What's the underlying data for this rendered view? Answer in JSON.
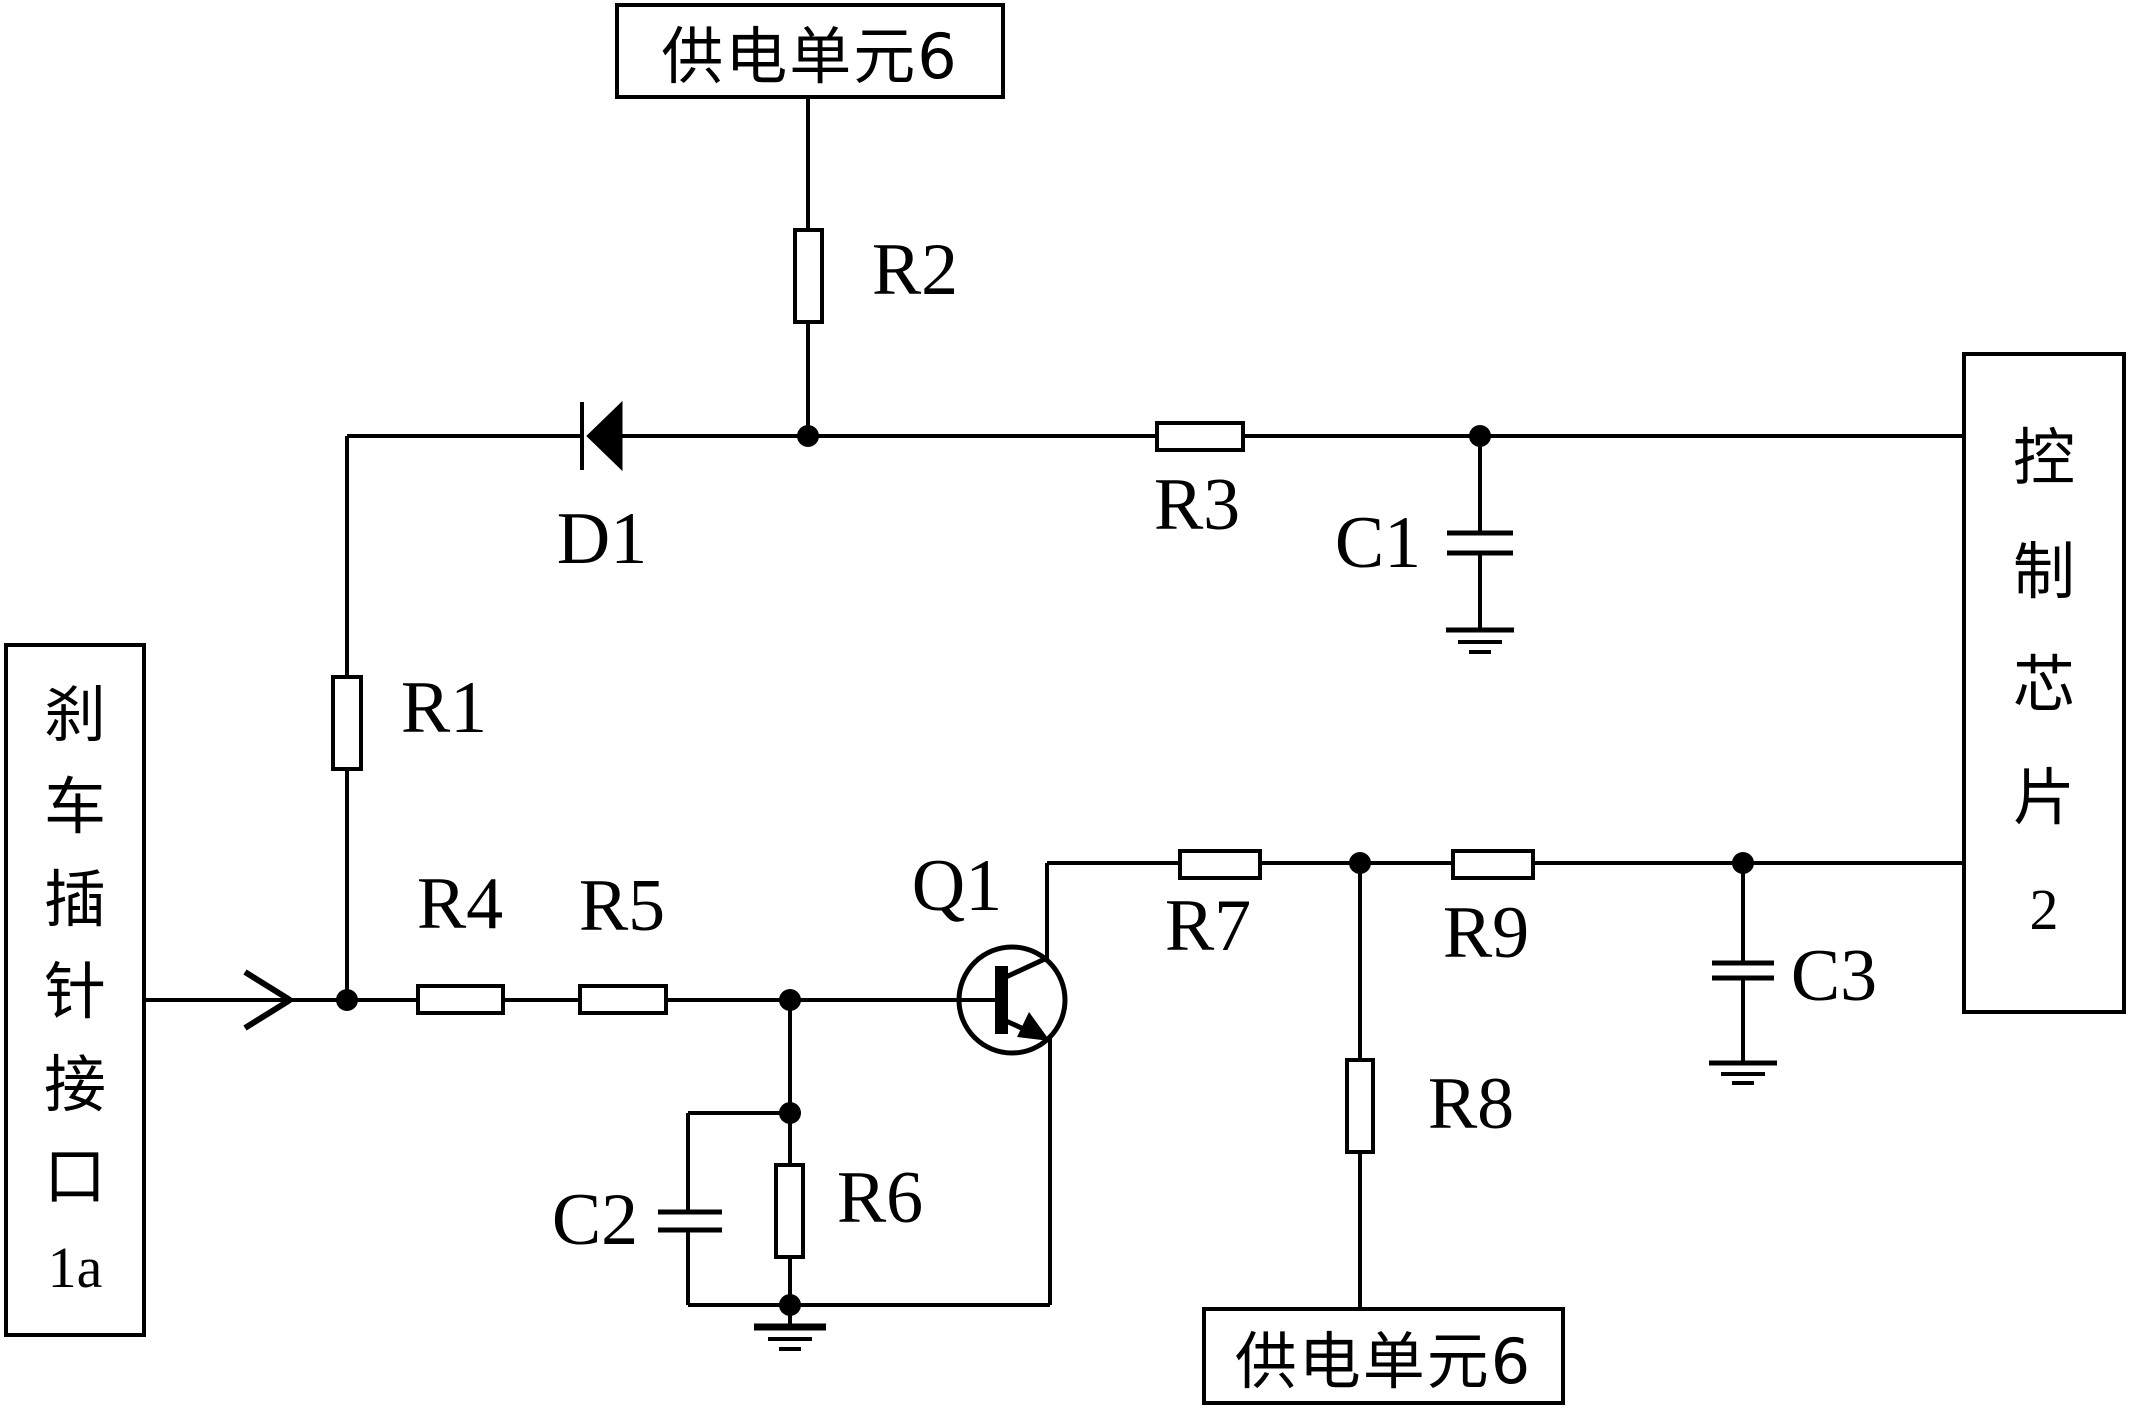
{
  "diagram": {
    "type": "circuit-schematic",
    "colors": {
      "line": "#000000",
      "background": "#ffffff"
    }
  },
  "boxes": {
    "power_unit_top": {
      "label": "供电单元6"
    },
    "power_unit_bottom": {
      "label": "供电单元6"
    },
    "brake_pin_interface": {
      "label": "刹车插针接口",
      "chars": [
        "刹",
        "车",
        "插",
        "针",
        "接",
        "口"
      ],
      "designator": "1a"
    },
    "control_chip": {
      "label": "控制芯片",
      "chars": [
        "控",
        "制",
        "芯",
        "片"
      ],
      "designator": "2"
    }
  },
  "labels": {
    "r1": "R1",
    "r2": "R2",
    "r3": "R3",
    "r4": "R4",
    "r5": "R5",
    "r6": "R6",
    "r7": "R7",
    "r8": "R8",
    "r9": "R9",
    "c1": "C1",
    "c2": "C2",
    "c3": "C3",
    "d1": "D1",
    "q1": "Q1"
  }
}
